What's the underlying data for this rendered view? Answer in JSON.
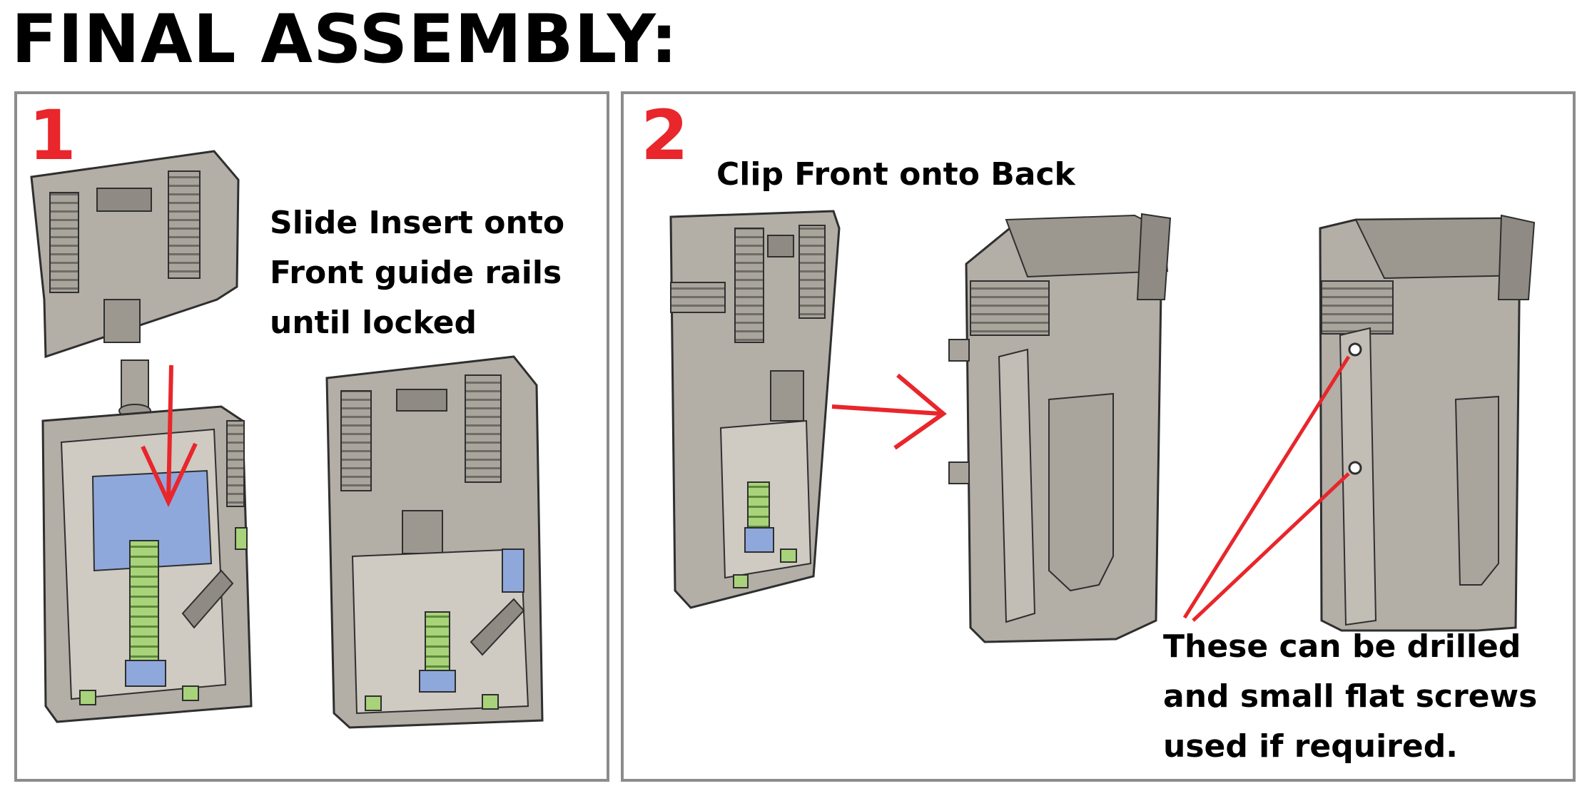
{
  "header": {
    "title": "FINAL ASSEMBLY:"
  },
  "step1": {
    "number": "1",
    "caption_lines": [
      "Slide Insert onto",
      "Front guide rails",
      "until locked"
    ]
  },
  "step2": {
    "number": "2",
    "caption": "Clip Front onto Back",
    "note_lines": [
      "These can be drilled",
      "and small flat screws",
      "used if required."
    ]
  },
  "colors": {
    "arrow": "#e8262b",
    "part_grey": "#b3aea6",
    "part_dark": "#8f8a83",
    "insert_blue": "#8fa8dc",
    "spring_green": "#a8d37a",
    "frame": "#8c8c8c"
  }
}
